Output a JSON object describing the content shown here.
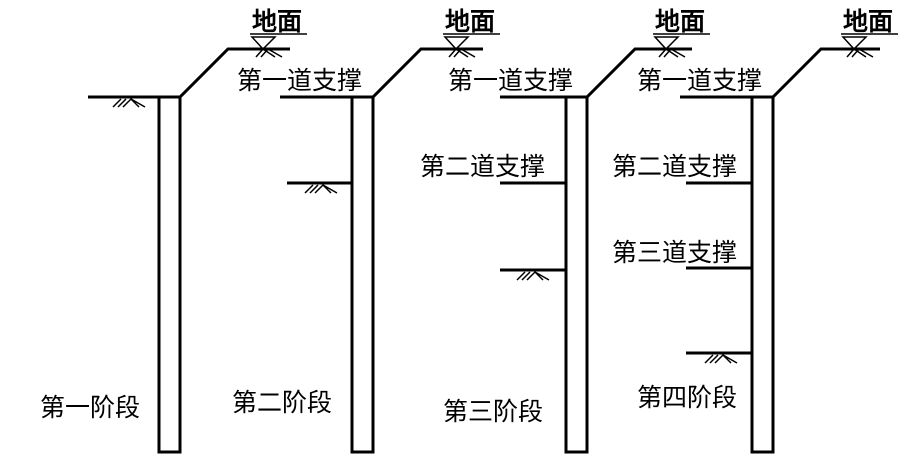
{
  "ground_label": "地面",
  "stages": [
    {
      "name": "第一阶段",
      "supports": []
    },
    {
      "name": "第二阶段",
      "supports": [
        "第一道支撑"
      ]
    },
    {
      "name": "第三阶段",
      "supports": [
        "第一道支撑",
        "第二道支撑"
      ]
    },
    {
      "name": "第四阶段",
      "supports": [
        "第一道支撑",
        "第二道支撑",
        "第三道支撑"
      ]
    }
  ]
}
